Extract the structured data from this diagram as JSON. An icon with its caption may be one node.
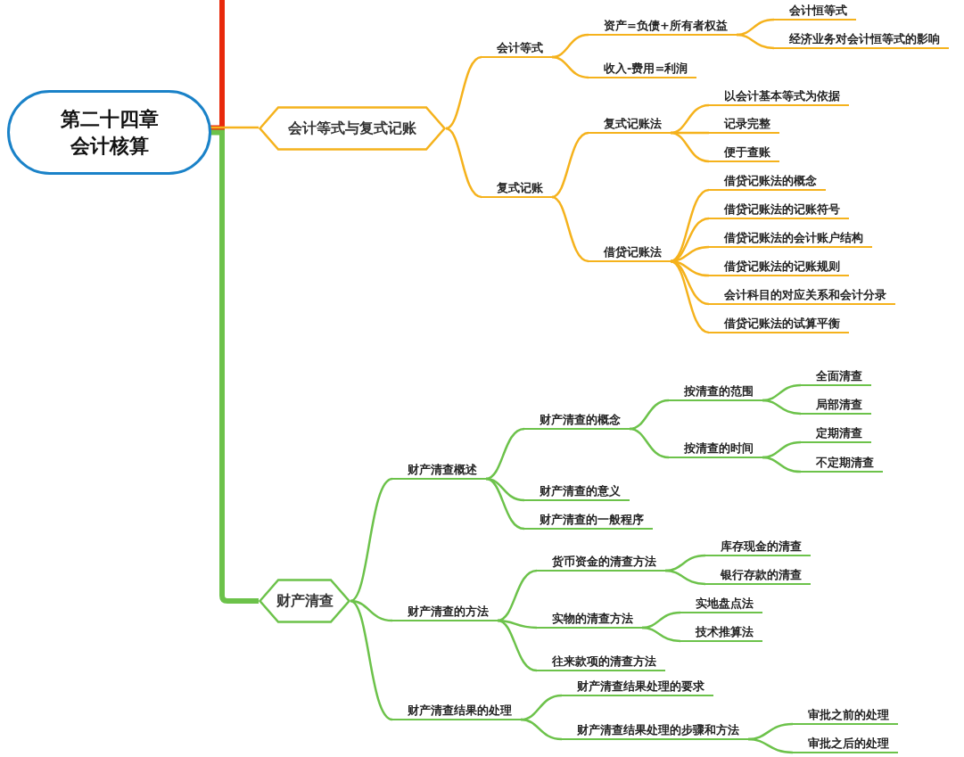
{
  "diagram": {
    "nodes": [
      {
        "text": [
          "第二十四章会计核算"
        ]
      },
      {
        "text": [
          "会计等式与复式记账"
        ]
      },
      {
        "text": [
          "会计等式"
        ]
      },
      {
        "text": [
          "资产=负债+所有者权益"
        ]
      },
      {
        "text": [
          "会计恒等式"
        ]
      },
      {
        "text": [
          "经济业务对会计恒等式的影响"
        ]
      },
      {
        "text": [
          "收入-费用=利润"
        ]
      },
      {
        "text": [
          "复式记账"
        ]
      },
      {
        "text": [
          "复式记账法"
        ]
      },
      {
        "text": [
          "以会计基本等式为依据"
        ]
      },
      {
        "text": [
          "记录完整"
        ]
      },
      {
        "text": [
          "便于查账"
        ]
      },
      {
        "text": [
          "借贷记账法"
        ]
      },
      {
        "text": [
          "借贷记账法的概念"
        ]
      },
      {
        "text": [
          "借贷记账法的记账符号"
        ]
      },
      {
        "text": [
          "借贷记账法的会计账户结构"
        ]
      },
      {
        "text": [
          "借贷记账法的记账规则"
        ]
      },
      {
        "text": [
          "会计科目的对应关系和会计分录"
        ]
      },
      {
        "text": [
          "借贷记账法的试算平衡"
        ]
      },
      {
        "text": [
          "财产清查"
        ]
      },
      {
        "text": [
          "财产清查概述"
        ]
      },
      {
        "text": [
          "财产清查的概念"
        ]
      },
      {
        "text": [
          "按清查的范围"
        ]
      },
      {
        "text": [
          "全面清查"
        ]
      },
      {
        "text": [
          "局部清查"
        ]
      },
      {
        "text": [
          "按清查的时间"
        ]
      },
      {
        "text": [
          "定期清查"
        ]
      },
      {
        "text": [
          "不定期清查"
        ]
      },
      {
        "text": [
          "财产清查的意义"
        ]
      },
      {
        "text": [
          "财产清查的一般程序"
        ]
      },
      {
        "text": [
          "财产清查的方法"
        ]
      },
      {
        "text": [
          "货币资金的清查方法"
        ]
      },
      {
        "text": [
          "库存现金的清查"
        ]
      },
      {
        "text": [
          "银行存款的清查"
        ]
      },
      {
        "text": [
          "实物的清查方法"
        ]
      },
      {
        "text": [
          "实地盘点法"
        ]
      },
      {
        "text": [
          "技术推算法"
        ]
      },
      {
        "text": [
          "往来款项的清查方法"
        ]
      },
      {
        "text": [
          "财产清查结果的处理"
        ]
      },
      {
        "text": [
          "财产清查结果处理的要求"
        ]
      },
      {
        "text": [
          "财产清查结果处理的步骤和方法"
        ]
      },
      {
        "text": [
          "审批之前的处理"
        ]
      },
      {
        "text": [
          "审批之后的处理"
        ]
      }
    ],
    "edges": [
      {
        "from": 0,
        "to": null,
        "arrow": "none",
        "style": "thick",
        "color": "#e8290b"
      },
      {
        "from": 0,
        "to": 1,
        "arrow": "none",
        "color": "#f5b21c"
      },
      {
        "from": 1,
        "to": 2,
        "arrow": "none",
        "color": "#f5b21c"
      },
      {
        "from": 2,
        "to": 3,
        "arrow": "none",
        "color": "#f5b21c"
      },
      {
        "from": 3,
        "to": 4,
        "arrow": "none",
        "color": "#f5b21c"
      },
      {
        "from": 3,
        "to": 5,
        "arrow": "none",
        "color": "#f5b21c"
      },
      {
        "from": 2,
        "to": 6,
        "arrow": "none",
        "color": "#f5b21c"
      },
      {
        "from": 1,
        "to": 7,
        "arrow": "none",
        "color": "#f5b21c"
      },
      {
        "from": 7,
        "to": 8,
        "arrow": "none",
        "color": "#f5b21c"
      },
      {
        "from": 8,
        "to": 9,
        "arrow": "none",
        "color": "#f5b21c"
      },
      {
        "from": 8,
        "to": 10,
        "arrow": "none",
        "color": "#f5b21c"
      },
      {
        "from": 8,
        "to": 11,
        "arrow": "none",
        "color": "#f5b21c"
      },
      {
        "from": 7,
        "to": 12,
        "arrow": "none",
        "color": "#f5b21c"
      },
      {
        "from": 12,
        "to": 13,
        "arrow": "none",
        "color": "#f5b21c"
      },
      {
        "from": 12,
        "to": 14,
        "arrow": "none",
        "color": "#f5b21c"
      },
      {
        "from": 12,
        "to": 15,
        "arrow": "none",
        "color": "#f5b21c"
      },
      {
        "from": 12,
        "to": 16,
        "arrow": "none",
        "color": "#f5b21c"
      },
      {
        "from": 12,
        "to": 17,
        "arrow": "none",
        "color": "#f5b21c"
      },
      {
        "from": 12,
        "to": 18,
        "arrow": "none",
        "color": "#f5b21c"
      },
      {
        "from": 0,
        "to": 19,
        "arrow": "none",
        "style": "thick"
      },
      {
        "from": 19,
        "to": 20,
        "arrow": "none"
      },
      {
        "from": 20,
        "to": 21,
        "arrow": "none"
      },
      {
        "from": 21,
        "to": 22,
        "arrow": "none"
      },
      {
        "from": 22,
        "to": 23,
        "arrow": "none"
      },
      {
        "from": 22,
        "to": 24,
        "arrow": "none"
      },
      {
        "from": 21,
        "to": 25,
        "arrow": "none"
      },
      {
        "from": 25,
        "to": 26,
        "arrow": "none"
      },
      {
        "from": 25,
        "to": 27,
        "arrow": "none"
      },
      {
        "from": 20,
        "to": 28,
        "arrow": "none"
      },
      {
        "from": 20,
        "to": 29,
        "arrow": "none"
      },
      {
        "from": 19,
        "to": 30,
        "arrow": "none"
      },
      {
        "from": 30,
        "to": 31,
        "arrow": "none"
      },
      {
        "from": 31,
        "to": 32,
        "arrow": "none"
      },
      {
        "from": 31,
        "to": 33,
        "arrow": "none"
      },
      {
        "from": 30,
        "to": 34,
        "arrow": "none"
      },
      {
        "from": 34,
        "to": 35,
        "arrow": "none"
      },
      {
        "from": 34,
        "to": 36,
        "arrow": "none"
      },
      {
        "from": 30,
        "to": 37,
        "arrow": "none"
      },
      {
        "from": 19,
        "to": 38,
        "arrow": "none"
      },
      {
        "from": 38,
        "to": 39,
        "arrow": "none"
      },
      {
        "from": 38,
        "to": 40,
        "arrow": "none"
      },
      {
        "from": 40,
        "to": 41,
        "arrow": "none"
      },
      {
        "from": 40,
        "to": 42,
        "arrow": "none"
      }
    ]
  }
}
